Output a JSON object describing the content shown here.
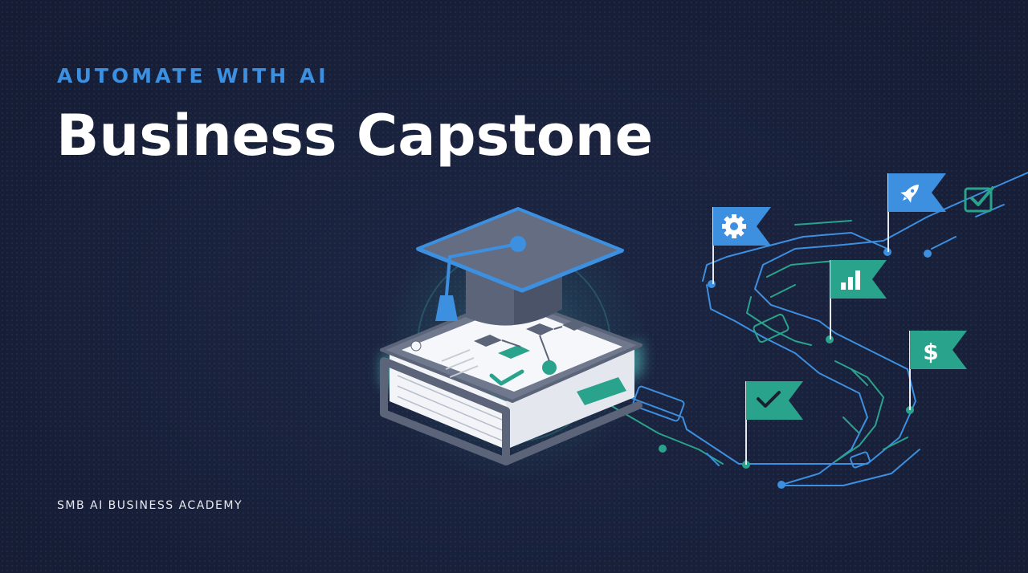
{
  "header": {
    "eyebrow": "AUTOMATE WITH AI",
    "title": "Business Capstone"
  },
  "footer": {
    "brand": "SMB AI BUSINESS ACADEMY"
  },
  "illustration": {
    "icons": [
      "graduation-cap-icon",
      "book-icon",
      "gear-icon",
      "rocket-icon",
      "bar-chart-icon",
      "dollar-icon",
      "checkmark-icon",
      "checkbox-icon"
    ],
    "colors": {
      "background": "#18203a",
      "accent_blue": "#3d8fe0",
      "accent_teal": "#2aa38c",
      "glow": "#5fe3d8"
    }
  }
}
